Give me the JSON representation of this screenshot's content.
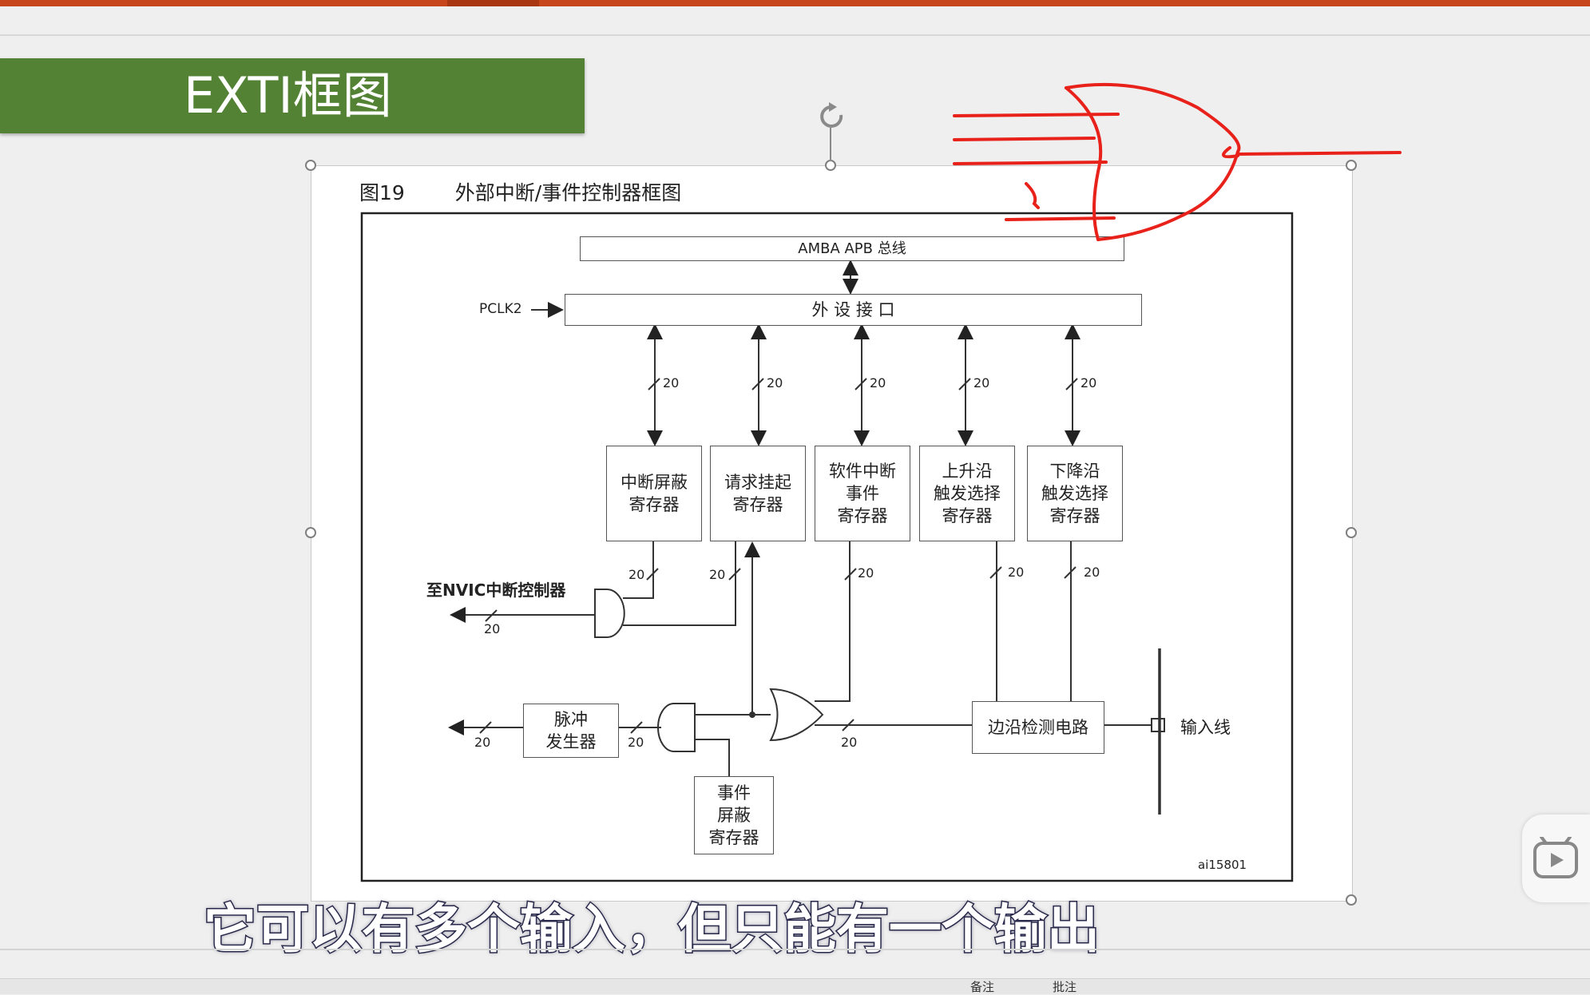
{
  "slide": {
    "title": "EXTI框图",
    "figure_number": "图19",
    "figure_title": "外部中断/事件控制器框图"
  },
  "diagram": {
    "bus": "AMBA APB 总线",
    "peripheral_interface": "外 设 接 口",
    "clock_label": "PCLK2",
    "width_label": "20",
    "registers": {
      "interrupt_mask": [
        "中断屏蔽",
        "寄存器"
      ],
      "pending": [
        "请求挂起",
        "寄存器"
      ],
      "software_interrupt_event": [
        "软件中断",
        "事件",
        "寄存器"
      ],
      "rising_trigger": [
        "上升沿",
        "触发选择",
        "寄存器"
      ],
      "falling_trigger": [
        "下降沿",
        "触发选择",
        "寄存器"
      ],
      "event_mask": [
        "事件",
        "屏蔽",
        "寄存器"
      ]
    },
    "pulse_generator": [
      "脉冲",
      "发生器"
    ],
    "edge_detect": "边沿检测电路",
    "input_line": "输入线",
    "to_nvic": "至NVIC中断控制器",
    "figure_id": "ai15801"
  },
  "subtitle": "它可以有多个输入，但只能有一个输出",
  "annotation": {
    "color": "#e8211a",
    "shape": "or-gate-sketch"
  },
  "icons": {
    "rotate": "rotate-icon",
    "play": "play-icon"
  },
  "statusbar": {
    "notes": "备注",
    "comments": "批注"
  },
  "colors": {
    "title_banner": "#548235",
    "ribbon": "#c8461b"
  }
}
